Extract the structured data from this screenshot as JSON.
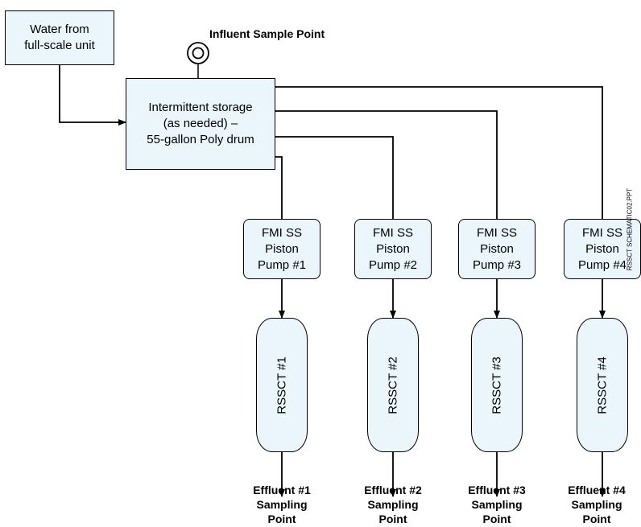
{
  "source_box": {
    "text": "Water from\nfull-scale unit"
  },
  "storage_box": {
    "text": "Intermittent storage\n(as needed) –\n55-gallon Poly drum"
  },
  "influent_sample": {
    "label": "Influent Sample Point"
  },
  "pumps": [
    {
      "text": "FMI SS\nPiston\nPump #1"
    },
    {
      "text": "FMI SS\nPiston\nPump #2"
    },
    {
      "text": "FMI SS\nPiston\nPump #3"
    },
    {
      "text": "FMI SS\nPiston\nPump #4"
    }
  ],
  "columns": [
    {
      "label": "RSSCT #1"
    },
    {
      "label": "RSSCT #2"
    },
    {
      "label": "RSSCT #3"
    },
    {
      "label": "RSSCT #4"
    }
  ],
  "effluents": [
    {
      "text": "Effluent #1\nSampling\nPoint"
    },
    {
      "text": "Effluent #2\nSampling\nPoint"
    },
    {
      "text": "Effluent #3\nSampling\nPoint"
    },
    {
      "text": "Effluent #4\nSampling\nPoint"
    }
  ],
  "file_note": "RSSCT SCHEMATIC02.PPT",
  "colors": {
    "box_fill": "#eaf6fb",
    "line": "#000000"
  }
}
